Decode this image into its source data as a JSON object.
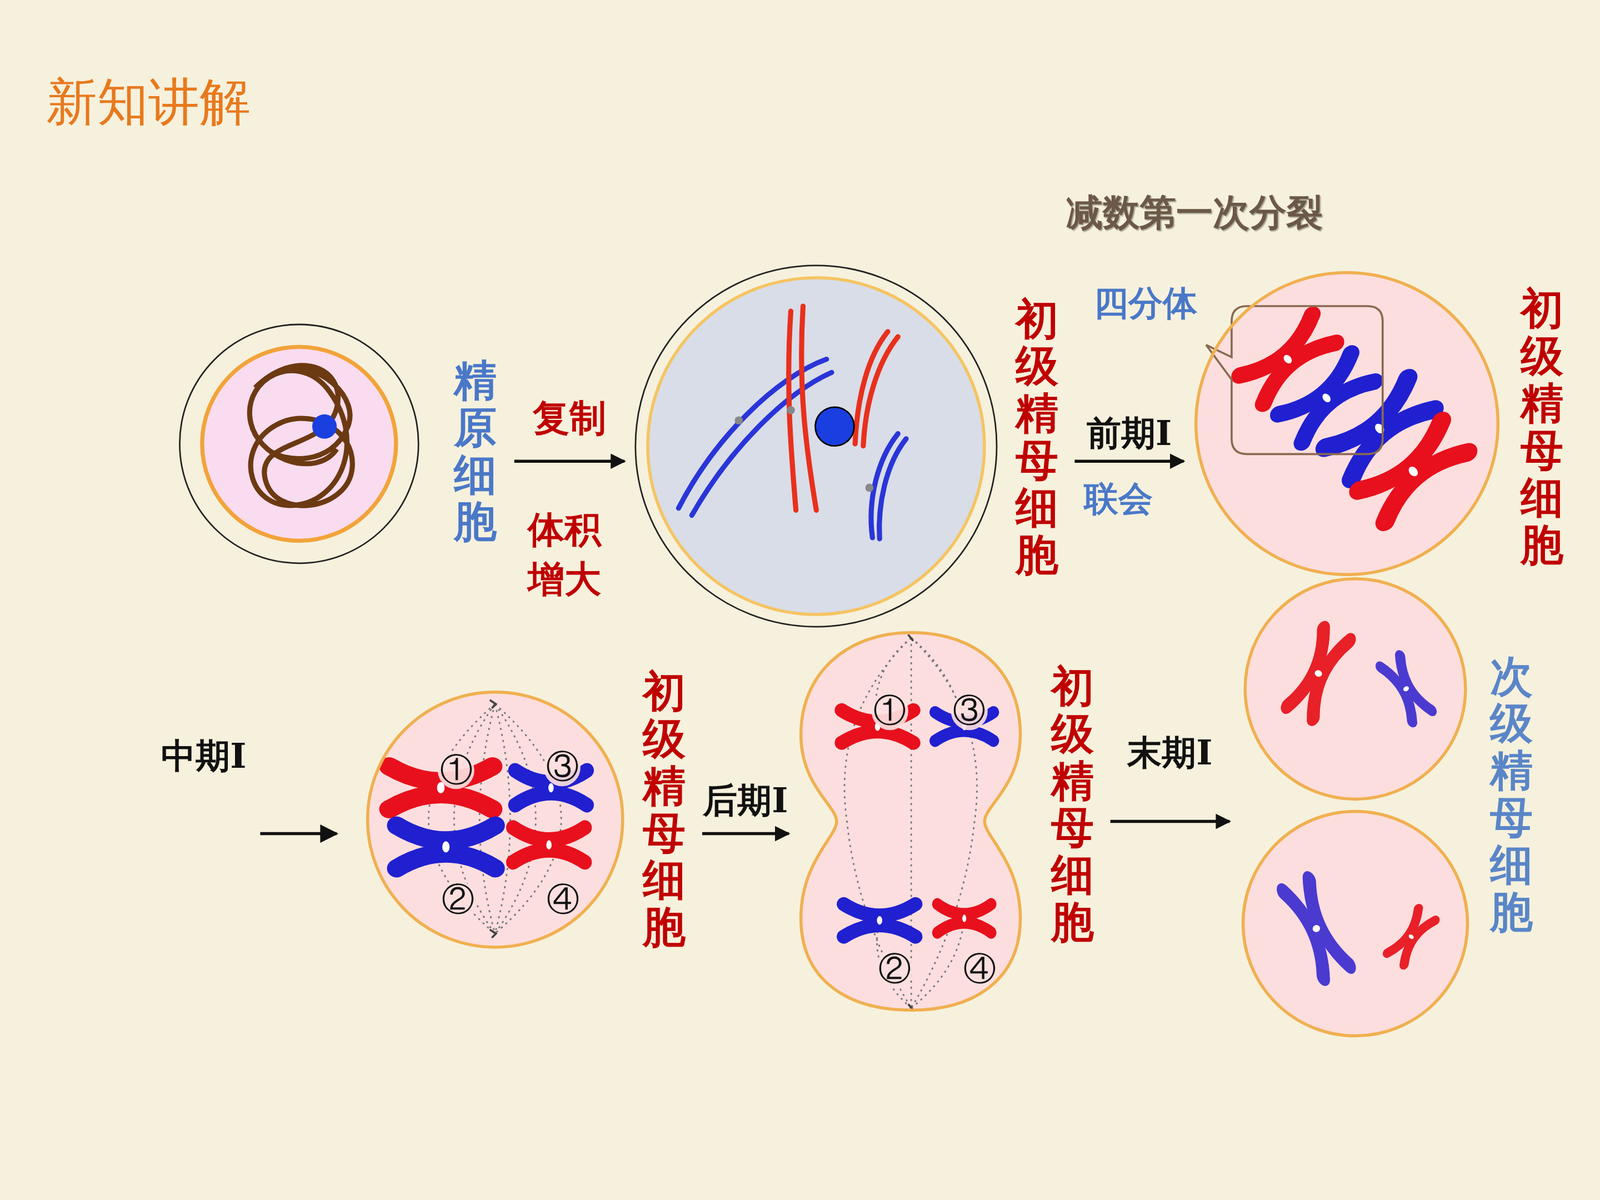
{
  "diagram": {
    "title": "新知讲解",
    "nodes": [
      {
        "text": [
          "精原细胞"
        ]
      },
      {
        "text": [
          "初级精母细胞"
        ]
      },
      {
        "text": [
          "初级精母细胞"
        ]
      },
      {
        "text": [
          "初级精母细胞"
        ]
      },
      {
        "text": [
          "初级精母细胞"
        ]
      },
      {
        "text": [
          "次级精母细胞"
        ]
      }
    ],
    "edges": [
      {
        "from": 0,
        "to": 1,
        "arrow": "to",
        "label": "复制"
      },
      {
        "from": 1,
        "to": 2,
        "arrow": "to",
        "label": "前期Ⅰ"
      },
      {
        "from": 3,
        "to": 4,
        "arrow": "to",
        "label": "后期Ⅰ"
      },
      {
        "from": 4,
        "to": 5,
        "arrow": "to",
        "label": "末期Ⅰ"
      }
    ],
    "labels": [
      "减数第一次分裂",
      "四分体",
      "体积增大",
      "联会",
      "中期Ⅰ",
      "①",
      "③",
      "②",
      "④",
      "①",
      "③",
      "②",
      "④"
    ]
  }
}
